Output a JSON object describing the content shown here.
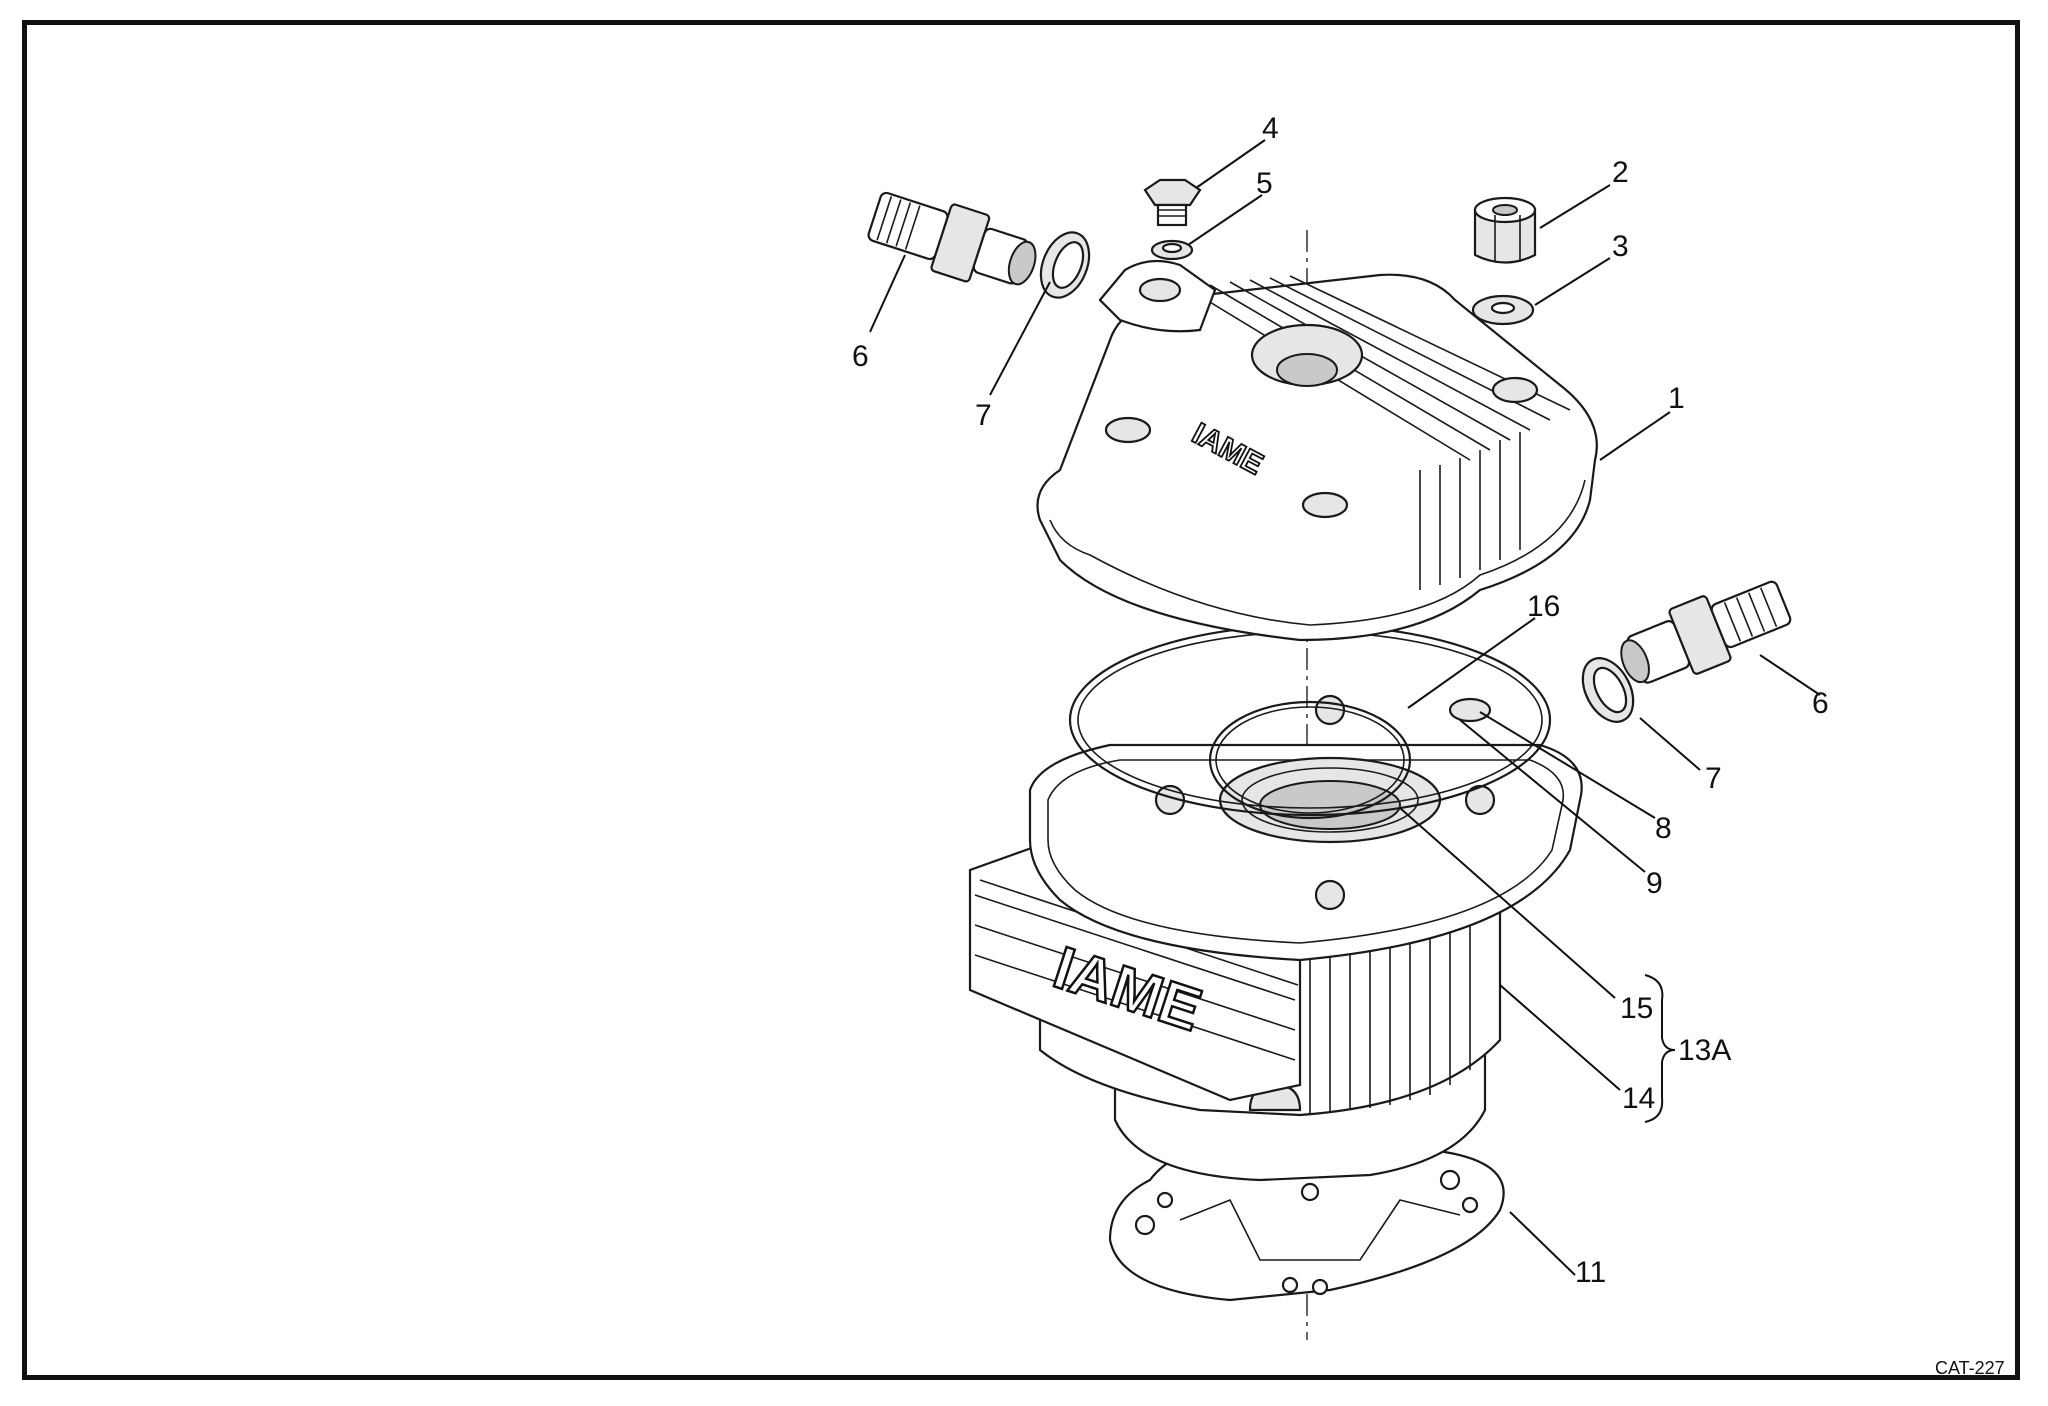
{
  "catalog_ref": "CAT-227",
  "logo_text": "IAME",
  "callouts": {
    "p1": "1",
    "p2": "2",
    "p3": "3",
    "p4": "4",
    "p5": "5",
    "p6_left": "6",
    "p6_right": "6",
    "p7_left": "7",
    "p7_right": "7",
    "p8": "8",
    "p9": "9",
    "p11": "11",
    "p13a": "13A",
    "p14": "14",
    "p15": "15",
    "p16": "16"
  }
}
